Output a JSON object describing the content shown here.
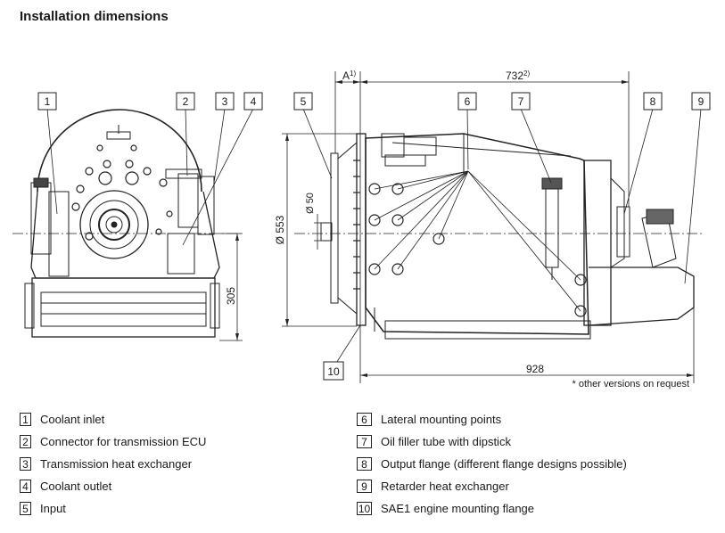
{
  "title": "Installation dimensions",
  "dimensions": {
    "a": "A",
    "a_note": "1)",
    "length": "732",
    "length_note": "2)",
    "dia_50": "Ø 50",
    "dia_553": "Ø 553",
    "height_305": "305",
    "overall": "928",
    "footnote": "* other versions on request"
  },
  "callouts": [
    "1",
    "2",
    "3",
    "4",
    "5",
    "6",
    "7",
    "8",
    "9",
    "10"
  ],
  "legend_left": [
    {
      "num": "1",
      "label": "Coolant inlet"
    },
    {
      "num": "2",
      "label": "Connector for transmission ECU"
    },
    {
      "num": "3",
      "label": "Transmission heat exchanger"
    },
    {
      "num": "4",
      "label": "Coolant outlet"
    },
    {
      "num": "5",
      "label": "Input"
    }
  ],
  "legend_right": [
    {
      "num": "6",
      "label": "Lateral mounting points"
    },
    {
      "num": "7",
      "label": "Oil filler tube with dipstick"
    },
    {
      "num": "8",
      "label": "Output flange (different flange designs possible)"
    },
    {
      "num": "9",
      "label": "Retarder heat exchanger"
    },
    {
      "num": "10",
      "label": "SAE1 engine mounting flange"
    }
  ]
}
